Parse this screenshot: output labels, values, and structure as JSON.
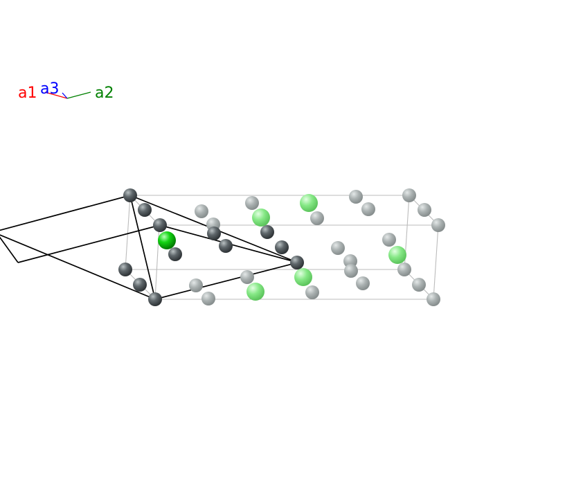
{
  "axes": {
    "a1": {
      "label": "a1",
      "color": "#ff0000"
    },
    "a2": {
      "label": "a2",
      "color": "#008000"
    },
    "a3": {
      "label": "a3",
      "color": "#0000ff"
    }
  },
  "colors": {
    "background": "#ffffff",
    "primary_cell_edge": "#000000",
    "ghost_cell_edge": "#bbbbbb",
    "carbon_atom": "#5a6165",
    "carbon_atom_ghost": "#a6adac",
    "halogen_atom": "#00cc00",
    "halogen_atom_ghost": "#7fe07f"
  },
  "atom_kinds": [
    {
      "id": "carbon",
      "icon": "gray-sphere"
    },
    {
      "id": "halogen",
      "icon": "green-sphere"
    }
  ]
}
